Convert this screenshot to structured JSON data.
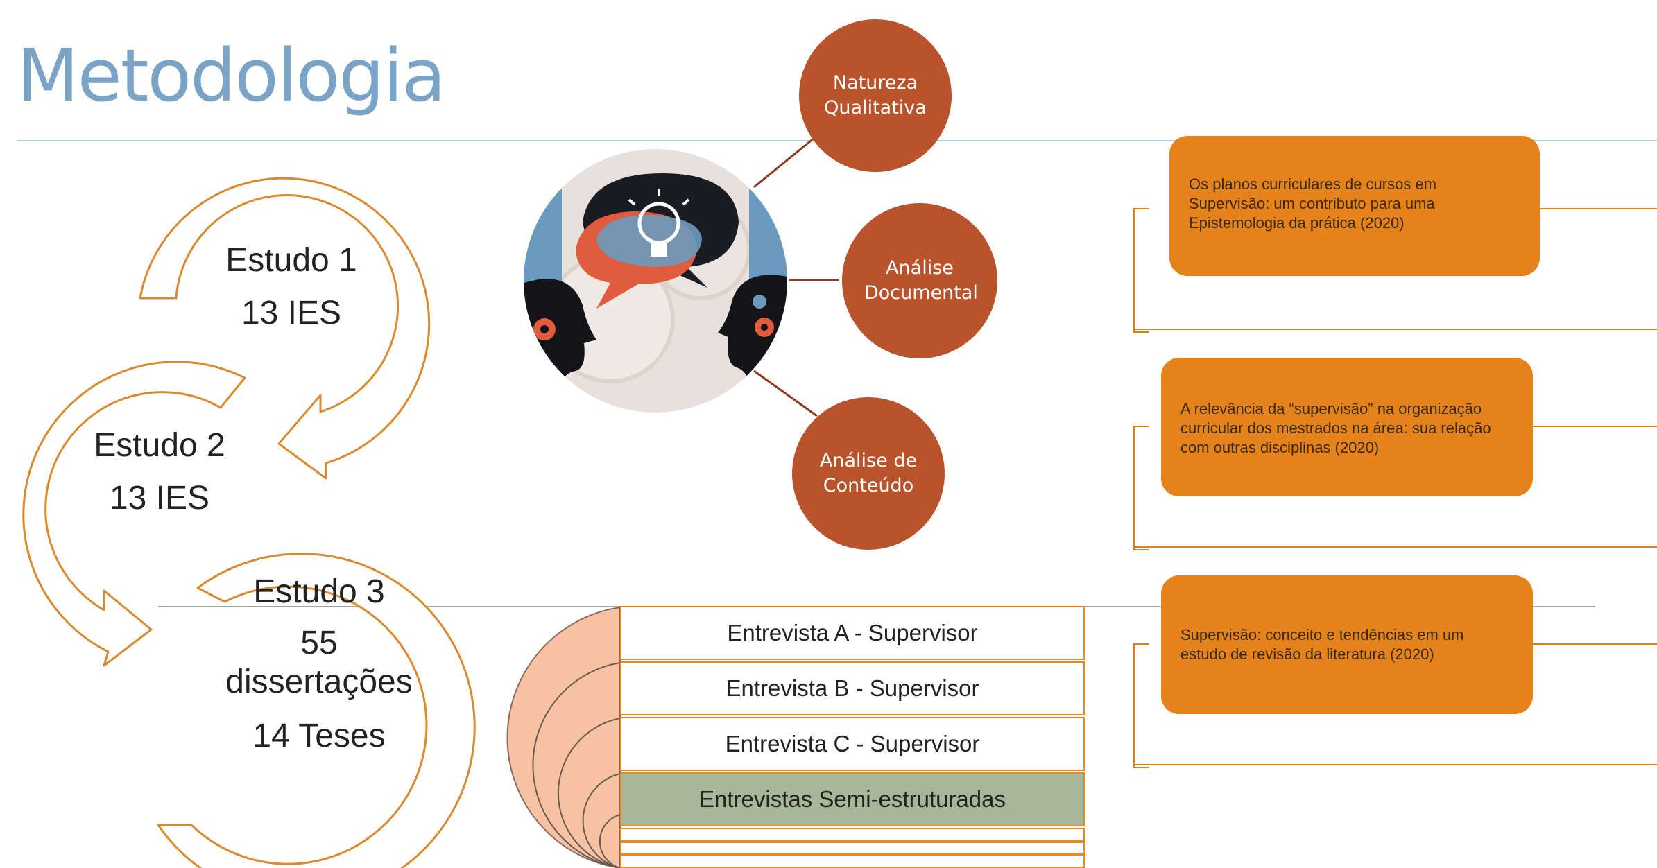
{
  "title": "Metodologia",
  "studies": [
    {
      "name": "Estudo 1",
      "detail": "13 IES"
    },
    {
      "name": "Estudo 2",
      "detail": "13 IES"
    },
    {
      "name": "Estudo 3",
      "count": "55",
      "detail1": "dissertações",
      "detail2": "14 Teses"
    }
  ],
  "methods": [
    "Natureza Qualitativa",
    "Análise Documental",
    "Análise de Conteúdo"
  ],
  "papers": [
    "Os planos curriculares de cursos em Supervisão: um contributo para uma Epistemologia da prática (2020)",
    "A relevância da “supervisão” na organização curricular dos mestrados na área: sua relação com outras disciplinas (2020)",
    "Supervisão: conceito e tendências em um estudo de revisão da literatura (2020)"
  ],
  "interviews": [
    "Entrevista A - Supervisor",
    "Entrevista B - Supervisor",
    "Entrevista C - Supervisor",
    "Entrevistas Semi-estruturadas"
  ],
  "colors": {
    "title": "#7aa3c6",
    "arrow_stroke": "#d98a2e",
    "method_circle": "#b8532b",
    "paper_box": "#e5821a",
    "interview_highlight": "#a8b797",
    "arc_fill": "#f6c2a2"
  }
}
